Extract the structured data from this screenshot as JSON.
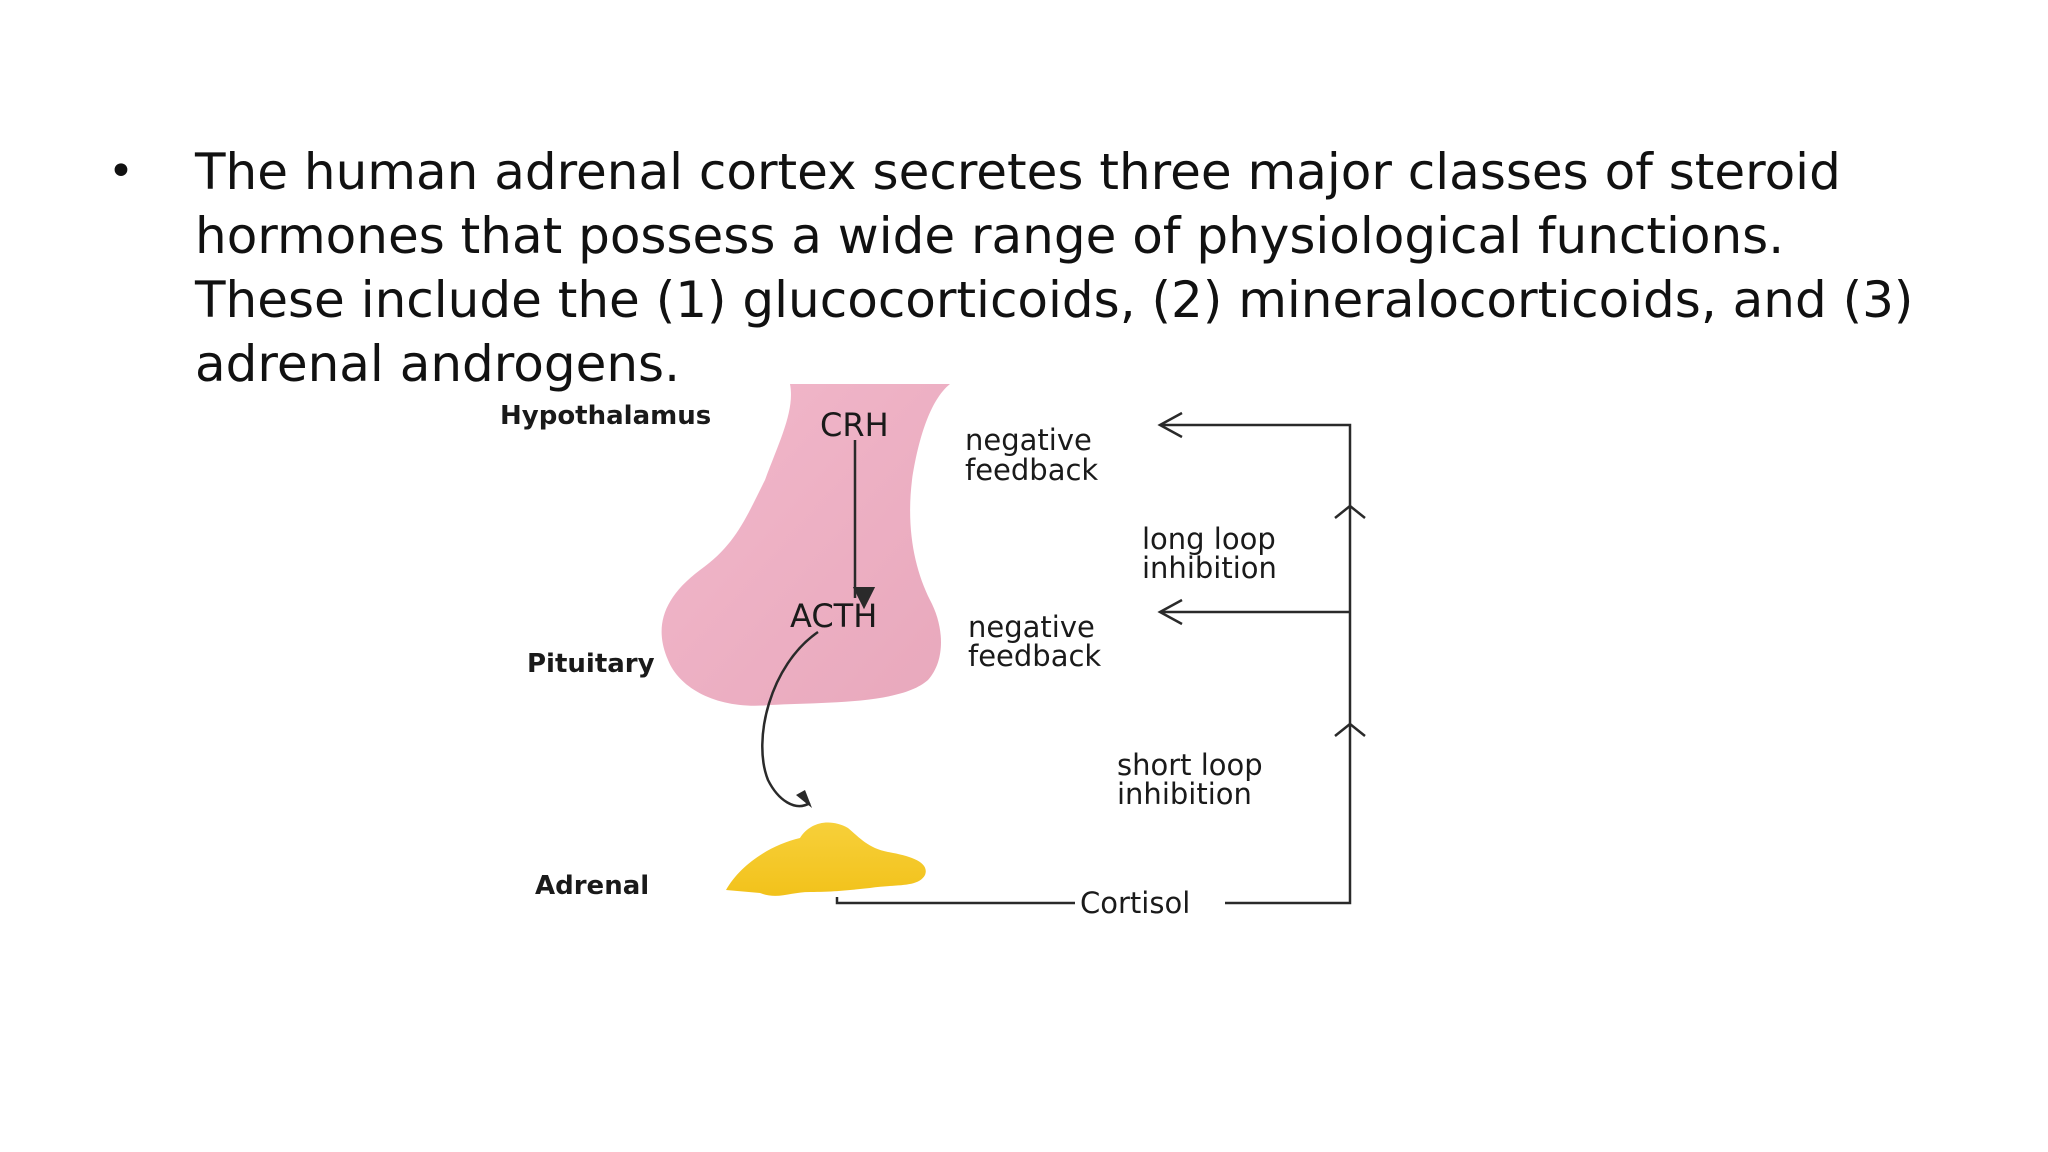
{
  "slide": {
    "bullet": "The human adrenal cortex secretes three major classes of steroid hormones that possess a wide range of physiological functions. These include the (1) glucocorticoids, (2) mineralocorticoids, and (3) adrenal androgens."
  },
  "diagram": {
    "organs": {
      "hypothalamus": "Hypothalamus",
      "pituitary": "Pituitary",
      "adrenal": "Adrenal"
    },
    "hormones": {
      "crh": "CRH",
      "acth": "ACTH",
      "cortisol": "Cortisol"
    },
    "feedback": {
      "upper_line1": "negative",
      "upper_line2": "feedback",
      "lower_line1": "negative",
      "lower_line2": "feedback"
    },
    "loops": {
      "long_line1": "long loop",
      "long_line2": "inhibition",
      "short_line1": "short loop",
      "short_line2": "inhibition"
    },
    "colors": {
      "pituitary_fill": "#e8a8bc",
      "adrenal_fill": "#f2c21b"
    }
  }
}
